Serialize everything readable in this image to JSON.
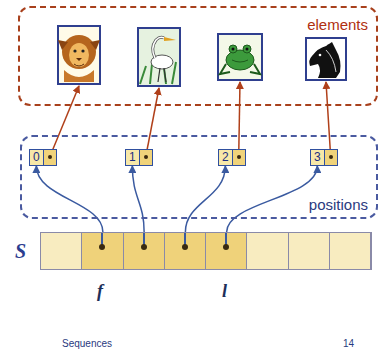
{
  "diagram": {
    "nodes": [
      {
        "text": [
          "elements"
        ]
      },
      {
        "text": [
          "positions"
        ]
      },
      {
        "text": [
          "0"
        ],
        "in": 1
      },
      {
        "text": [
          "1"
        ],
        "in": 1
      },
      {
        "text": [
          "2"
        ],
        "in": 1
      },
      {
        "text": [
          "3"
        ],
        "in": 1
      },
      {
        "text": [
          "S"
        ]
      }
    ],
    "edges": [
      {
        "from": 6,
        "to": 2,
        "arrow": "to"
      },
      {
        "from": 6,
        "to": 3,
        "arrow": "to"
      },
      {
        "from": 6,
        "to": 4,
        "arrow": "to"
      },
      {
        "from": 6,
        "to": 5,
        "arrow": "to"
      }
    ],
    "labels": [
      "f",
      "l",
      "Sequences",
      "14"
    ]
  }
}
